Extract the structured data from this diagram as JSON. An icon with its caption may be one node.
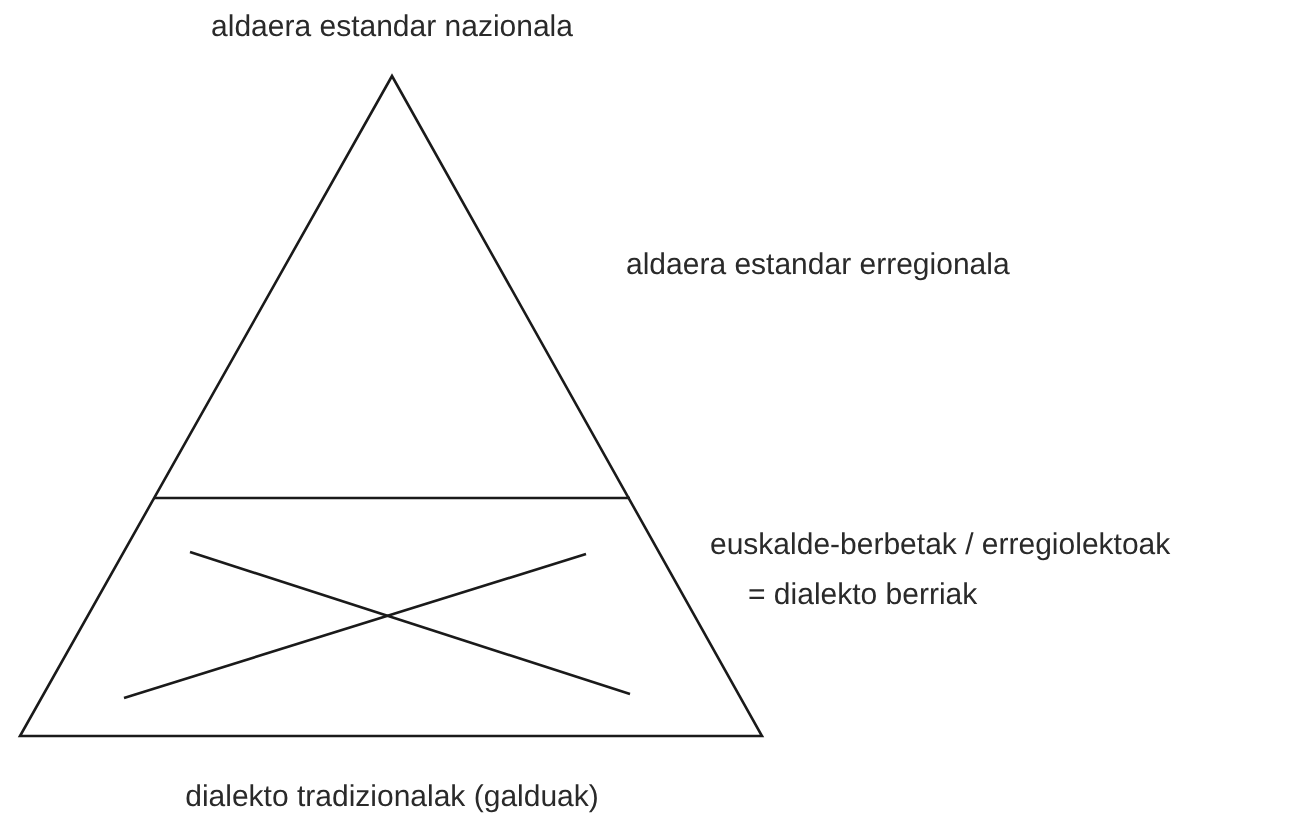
{
  "diagram": {
    "labels": [
      "aldaera estandar nazionala",
      "aldaera estandar erregionala",
      "euskalde-berbetak / erregiolektoak",
      "= dialekto berriak",
      "dialekto tradizionalak (galduak)"
    ]
  }
}
